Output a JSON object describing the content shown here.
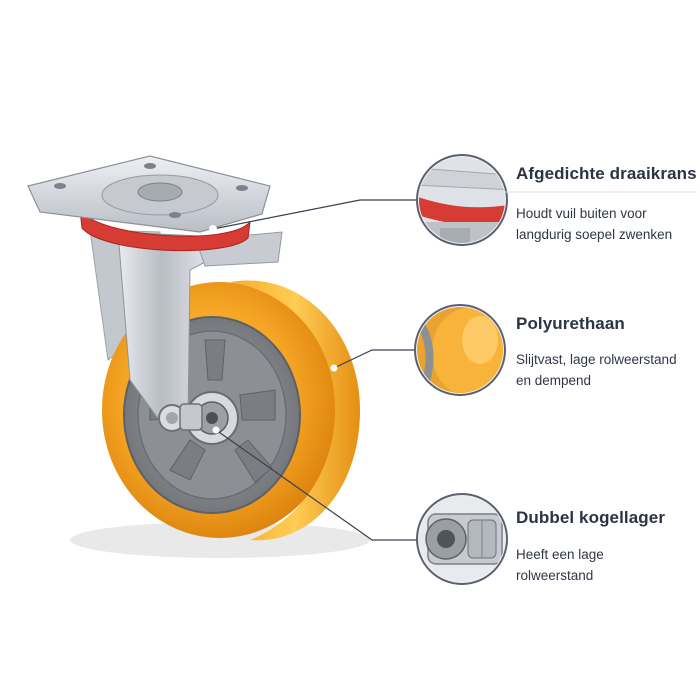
{
  "features": [
    {
      "title": "Afgedichte draaikrans",
      "line1": "Houdt vuil buiten voor",
      "line2": "langdurig soepel zwenken",
      "icon": "swivel-ring-closeup-icon"
    },
    {
      "title": "Polyurethaan",
      "line1": "Slijtvast, lage rolweerstand",
      "line2": "en dempend",
      "icon": "polyurethane-tread-closeup-icon"
    },
    {
      "title": "Dubbel kogellager",
      "line1": "Heeft een lage",
      "line2": "rolweerstand",
      "icon": "ball-bearing-closeup-icon"
    }
  ],
  "colors": {
    "polyurethane": "#f4a21f",
    "swivel_seal": "#d63b34",
    "steel": "#c9cdd3",
    "hub": "#8e9196",
    "callout_line": "#3b4150",
    "text": "#2b3344"
  }
}
